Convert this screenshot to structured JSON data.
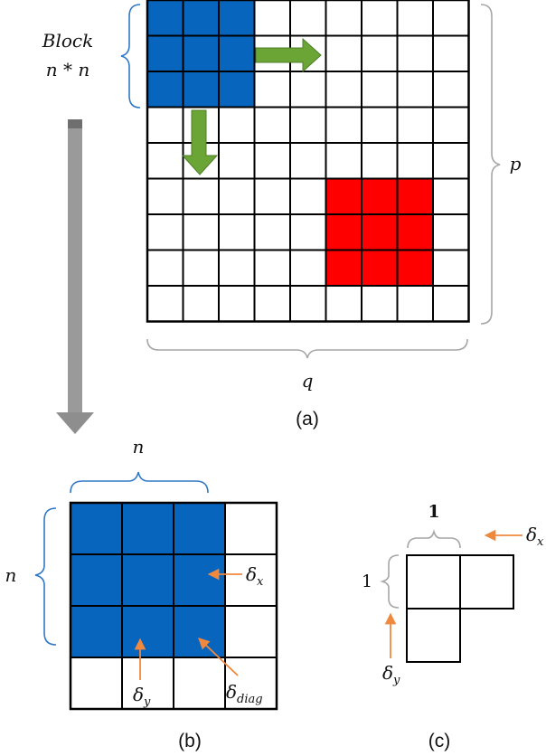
{
  "colors": {
    "block_blue": "#0865bd",
    "highlight_red": "#ff0000",
    "arrow_green": "#6aa536",
    "arrow_green_edge": "#4e7d27",
    "big_arrow_gray": "#9a9a9a",
    "delta_arrow_orange": "#f0883e",
    "brace_blue": "#2f78c8",
    "brace_gray": "#a6a6a6",
    "grid_line": "#000000"
  },
  "panel_a": {
    "caption": "(a)",
    "block_label_line1": "Block",
    "block_label_line2": "n * n",
    "row_label": "p",
    "col_label": "q",
    "grid": {
      "rows": 9,
      "cols": 9
    },
    "blue_block": {
      "row": 0,
      "col": 0,
      "size": 3
    },
    "red_block": {
      "row": 5,
      "col": 5,
      "size": 3
    },
    "shift_arrows": [
      "right",
      "down"
    ]
  },
  "panel_b": {
    "caption": "(b)",
    "top_label": "n",
    "side_label": "n",
    "grid": {
      "rows": 4,
      "cols": 4
    },
    "blue_block": {
      "row": 0,
      "col": 0,
      "size": 3
    },
    "delta_x": {
      "base": "δ",
      "sub": "x"
    },
    "delta_y": {
      "base": "δ",
      "sub": "y"
    },
    "delta_diag": {
      "base": "δ",
      "sub": "diag"
    }
  },
  "panel_c": {
    "caption": "(c)",
    "top_label": "1",
    "side_label": "1",
    "delta_x": {
      "base": "δ",
      "sub": "x"
    },
    "delta_y": {
      "base": "δ",
      "sub": "y"
    }
  },
  "transition_arrow": "down"
}
